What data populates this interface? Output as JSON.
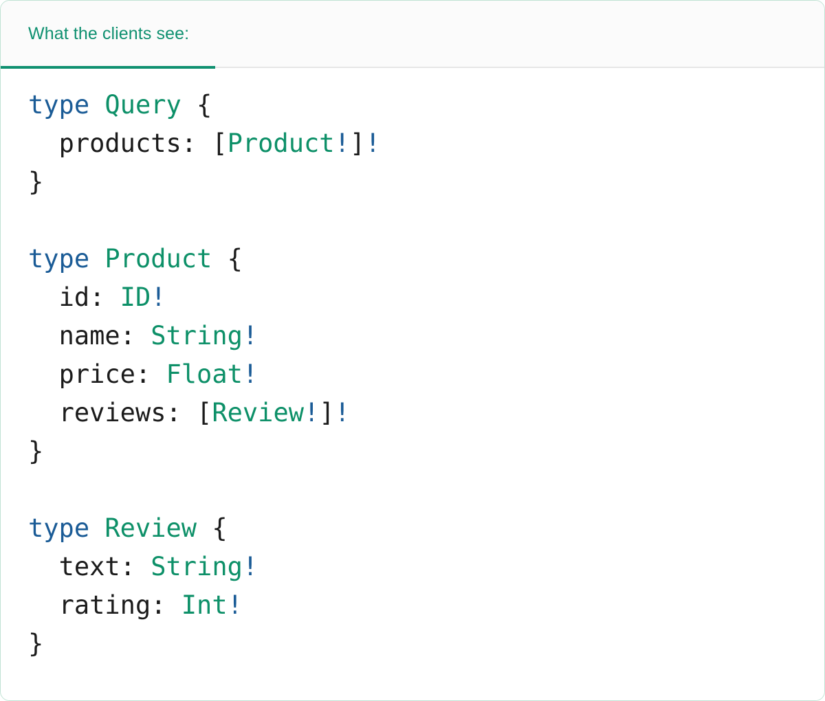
{
  "card": {
    "border_color": "#bfe2d3",
    "background": "#ffffff"
  },
  "tabbar": {
    "background": "#fbfbfb",
    "border_color": "#e6e6e6",
    "active_tab_index": 0,
    "tabs": [
      {
        "label": "What the clients see:",
        "active": true,
        "color": "#0f9070"
      }
    ]
  },
  "editor": {
    "language": "graphql",
    "theme": {
      "text": "#1b1b1b",
      "keyword": "#1a5b96",
      "type": "#0d9068",
      "punctuation": "#1b1b1b",
      "non_null": "#1a5b96",
      "background": "#ffffff"
    },
    "lines": [
      {
        "n": 1,
        "indent": 0,
        "tokens": [
          {
            "t": "type",
            "c": "kw"
          },
          {
            "t": " ",
            "c": "punc"
          },
          {
            "t": "Query",
            "c": "type"
          },
          {
            "t": " {",
            "c": "punc"
          }
        ]
      },
      {
        "n": 2,
        "indent": 2,
        "tokens": [
          {
            "t": "products:",
            "c": "field"
          },
          {
            "t": " ",
            "c": "punc"
          },
          {
            "t": "[",
            "c": "punc"
          },
          {
            "t": "Product",
            "c": "type"
          },
          {
            "t": "!",
            "c": "bang"
          },
          {
            "t": "]",
            "c": "punc"
          },
          {
            "t": "!",
            "c": "bang"
          }
        ]
      },
      {
        "n": 3,
        "indent": 0,
        "tokens": [
          {
            "t": "}",
            "c": "punc"
          }
        ]
      },
      {
        "n": 4,
        "indent": 0,
        "tokens": []
      },
      {
        "n": 5,
        "indent": 0,
        "tokens": [
          {
            "t": "type",
            "c": "kw"
          },
          {
            "t": " ",
            "c": "punc"
          },
          {
            "t": "Product",
            "c": "type"
          },
          {
            "t": " {",
            "c": "punc"
          }
        ]
      },
      {
        "n": 6,
        "indent": 2,
        "tokens": [
          {
            "t": "id:",
            "c": "field"
          },
          {
            "t": " ",
            "c": "punc"
          },
          {
            "t": "ID",
            "c": "type"
          },
          {
            "t": "!",
            "c": "bang"
          }
        ]
      },
      {
        "n": 7,
        "indent": 2,
        "tokens": [
          {
            "t": "name:",
            "c": "field"
          },
          {
            "t": " ",
            "c": "punc"
          },
          {
            "t": "String",
            "c": "type"
          },
          {
            "t": "!",
            "c": "bang"
          }
        ]
      },
      {
        "n": 8,
        "indent": 2,
        "tokens": [
          {
            "t": "price:",
            "c": "field"
          },
          {
            "t": " ",
            "c": "punc"
          },
          {
            "t": "Float",
            "c": "type"
          },
          {
            "t": "!",
            "c": "bang"
          }
        ]
      },
      {
        "n": 9,
        "indent": 2,
        "tokens": [
          {
            "t": "reviews:",
            "c": "field"
          },
          {
            "t": " ",
            "c": "punc"
          },
          {
            "t": "[",
            "c": "punc"
          },
          {
            "t": "Review",
            "c": "type"
          },
          {
            "t": "!",
            "c": "bang"
          },
          {
            "t": "]",
            "c": "punc"
          },
          {
            "t": "!",
            "c": "bang"
          }
        ]
      },
      {
        "n": 10,
        "indent": 0,
        "tokens": [
          {
            "t": "}",
            "c": "punc"
          }
        ]
      },
      {
        "n": 11,
        "indent": 0,
        "tokens": []
      },
      {
        "n": 12,
        "indent": 0,
        "tokens": [
          {
            "t": "type",
            "c": "kw"
          },
          {
            "t": " ",
            "c": "punc"
          },
          {
            "t": "Review",
            "c": "type"
          },
          {
            "t": " {",
            "c": "punc"
          }
        ]
      },
      {
        "n": 13,
        "indent": 2,
        "tokens": [
          {
            "t": "text:",
            "c": "field"
          },
          {
            "t": " ",
            "c": "punc"
          },
          {
            "t": "String",
            "c": "type"
          },
          {
            "t": "!",
            "c": "bang"
          }
        ]
      },
      {
        "n": 14,
        "indent": 2,
        "tokens": [
          {
            "t": "rating:",
            "c": "field"
          },
          {
            "t": " ",
            "c": "punc"
          },
          {
            "t": "Int",
            "c": "type"
          },
          {
            "t": "!",
            "c": "bang"
          }
        ]
      },
      {
        "n": 15,
        "indent": 0,
        "tokens": [
          {
            "t": "}",
            "c": "punc"
          }
        ]
      }
    ]
  }
}
